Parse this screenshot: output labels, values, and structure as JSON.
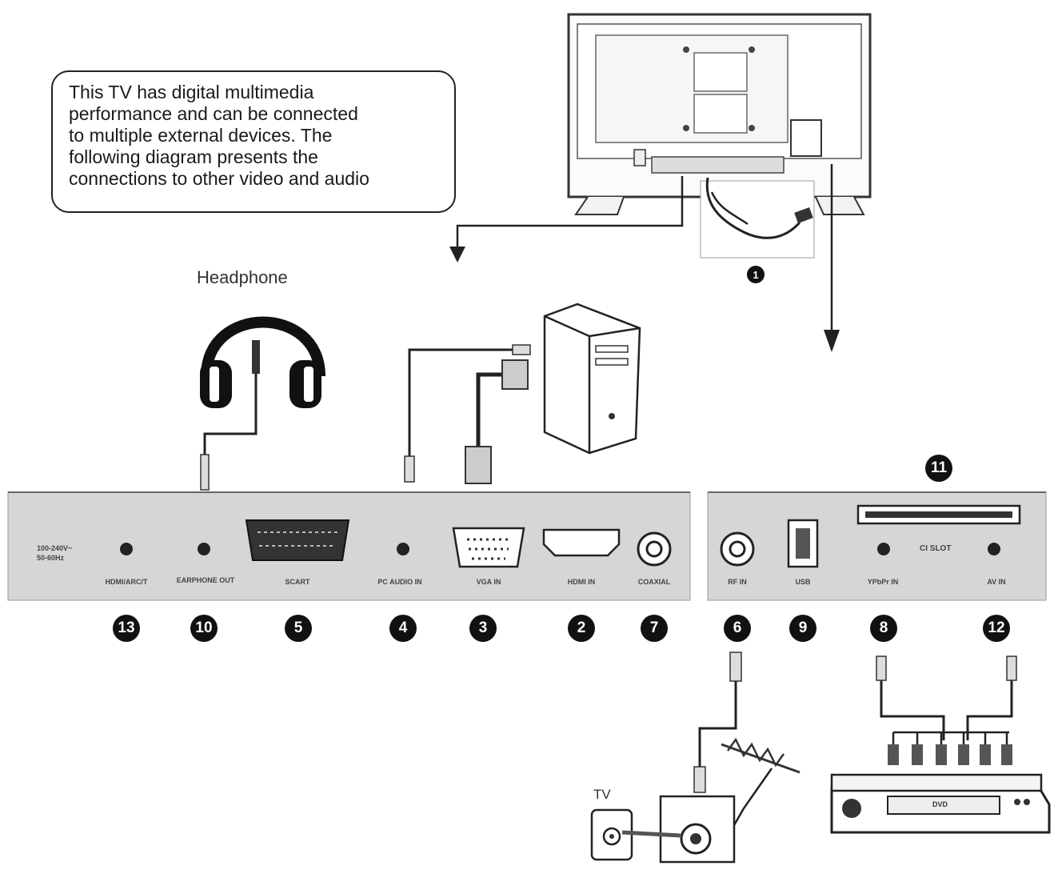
{
  "callout": {
    "lines": [
      "This TV has digital multimedia",
      "performance and can be connected",
      "to multiple external devices. The",
      "following diagram presents the",
      "connections to other video and audio"
    ]
  },
  "devices": {
    "headphone_title": "Headphone",
    "tv_title": "TV",
    "dvd_label": "DVD"
  },
  "panel_left": {
    "voltage_lines": [
      "100-240V~",
      "50-60Hz"
    ],
    "ports": [
      {
        "key": "hdmi_arc",
        "label": "HDMI/ARC/T"
      },
      {
        "key": "earphone",
        "label": "EARPHONE OUT"
      },
      {
        "key": "scart",
        "label": "SCART"
      },
      {
        "key": "pc_audio",
        "label": "PC AUDIO IN"
      },
      {
        "key": "vga",
        "label": "VGA IN"
      },
      {
        "key": "hdmi",
        "label": "HDMI IN"
      },
      {
        "key": "coaxial",
        "label": "COAXIAL"
      }
    ]
  },
  "panel_right": {
    "ci_label": "CI SLOT",
    "ports": [
      {
        "key": "rf",
        "label": "RF IN"
      },
      {
        "key": "usb",
        "label": "USB"
      },
      {
        "key": "ypbpr",
        "label": "YPbPr IN"
      },
      {
        "key": "av",
        "label": "AV IN"
      }
    ]
  },
  "numbers": {
    "power": "1",
    "hdmi": "2",
    "vga": "3",
    "pc_audio": "4",
    "scart": "5",
    "rf": "6",
    "coaxial": "7",
    "ypbpr": "8",
    "usb": "9",
    "earphone": "10",
    "ci_slot": "11",
    "av": "12",
    "hdmi_arc": "13"
  }
}
